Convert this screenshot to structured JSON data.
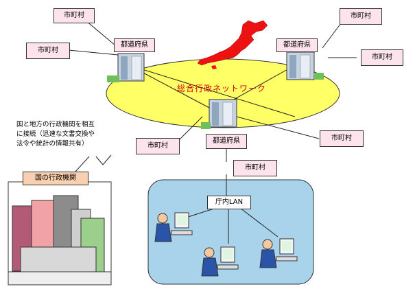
{
  "network": {
    "title": "総合行政ネットワーク"
  },
  "labels": {
    "municipality": "市町村",
    "prefecture": "都道府県",
    "national_agency": "国の行政機関",
    "lan": "庁内LAN"
  },
  "callout": {
    "lines": [
      "国と地方の行政機関を相互",
      "に接続（迅速な文書交換や",
      "法令や統計の情報共有）"
    ]
  },
  "colors": {
    "ellipse": "#ffff66",
    "japan": "#ee1111",
    "lan_panel": "#a9d3ea",
    "pink_label": "#fde3ec",
    "salmon_label": "#f9cfb2"
  }
}
